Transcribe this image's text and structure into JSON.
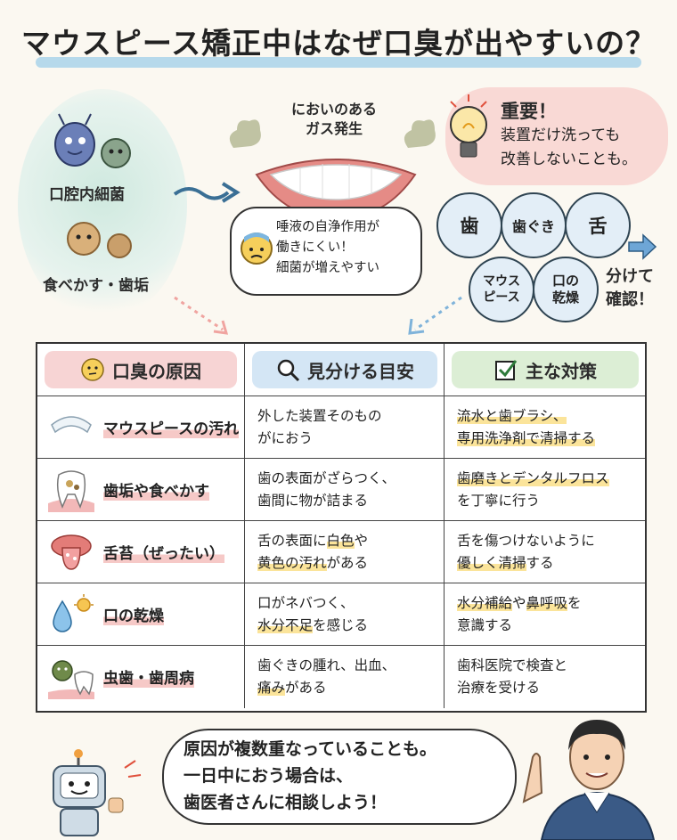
{
  "title": "マウスピース矯正中はなぜ口臭が出やすいの？",
  "top": {
    "bacteria_label": "口腔内細菌",
    "debris_label": "食べかす・歯垢",
    "gas_label": [
      "においのある",
      "ガス発生"
    ],
    "saliva_bubble": [
      "唾液の自浄作用が",
      "働きにくい！",
      "細菌が増えやすい"
    ],
    "warning": {
      "title": "重要！",
      "lines": [
        "装置だけ洗っても",
        "改善しないことも。"
      ]
    },
    "check_circles": [
      "歯",
      "歯ぐき",
      "舌",
      "マウス\nピース",
      "口の\n乾燥"
    ],
    "check_label": [
      "分けて",
      "確認！"
    ]
  },
  "table": {
    "headers": [
      "口臭の原因",
      "見分ける目安",
      "主な対策"
    ],
    "header_colors": [
      "#f6cccc",
      "#cfe3f4",
      "#d8ecd0"
    ],
    "rows": [
      {
        "cause": "マウスピースの汚れ",
        "sign": [
          [
            {
              "t": "外した装置そのもの",
              "h": false
            }
          ],
          [
            {
              "t": "がにおう",
              "h": false
            }
          ]
        ],
        "fix": [
          [
            {
              "t": "流水と歯ブラシ、",
              "h": true
            }
          ],
          [
            {
              "t": "専用洗浄剤で清掃する",
              "h": true
            }
          ]
        ]
      },
      {
        "cause": "歯垢や食べかす",
        "sign": [
          [
            {
              "t": "歯の表面がざらつく、",
              "h": false
            }
          ],
          [
            {
              "t": "歯間に物が詰まる",
              "h": false
            }
          ]
        ],
        "fix": [
          [
            {
              "t": "歯磨きとデンタルフロス",
              "h": true
            }
          ],
          [
            {
              "t": "を丁寧に行う",
              "h": false
            }
          ]
        ]
      },
      {
        "cause": "舌苔（ぜったい）",
        "sign": [
          [
            {
              "t": "舌の表面に",
              "h": false
            },
            {
              "t": "白色",
              "h": true
            },
            {
              "t": "や",
              "h": false
            }
          ],
          [
            {
              "t": "黄色の汚れ",
              "h": true
            },
            {
              "t": "がある",
              "h": false
            }
          ]
        ],
        "fix": [
          [
            {
              "t": "舌を傷つけないように",
              "h": false
            }
          ],
          [
            {
              "t": "優しく清掃",
              "h": true
            },
            {
              "t": "する",
              "h": false
            }
          ]
        ]
      },
      {
        "cause": "口の乾燥",
        "sign": [
          [
            {
              "t": "口がネバつく、",
              "h": false
            }
          ],
          [
            {
              "t": "水分不足",
              "h": true
            },
            {
              "t": "を感じる",
              "h": false
            }
          ]
        ],
        "fix": [
          [
            {
              "t": "水分補給",
              "h": true
            },
            {
              "t": "や",
              "h": false
            },
            {
              "t": "鼻呼吸",
              "h": true
            },
            {
              "t": "を",
              "h": false
            }
          ],
          [
            {
              "t": "意識する",
              "h": false
            }
          ]
        ]
      },
      {
        "cause": "虫歯・歯周病",
        "sign": [
          [
            {
              "t": "歯ぐきの腫れ、出血、",
              "h": false
            }
          ],
          [
            {
              "t": "痛み",
              "h": true
            },
            {
              "t": "がある",
              "h": false
            }
          ]
        ],
        "fix": [
          [
            {
              "t": "歯科医院で検査と",
              "h": false
            }
          ],
          [
            {
              "t": "治療を受ける",
              "h": false
            }
          ]
        ]
      }
    ]
  },
  "bottom_bubble": [
    "原因が複数重なっていることも。",
    "一日中におう場合は、",
    "歯医者さんに相談しよう！"
  ],
  "icons": [
    "thinking-face-icon",
    "magnifier-icon",
    "checkbox-icon",
    "aligner-icon",
    "tooth-icon",
    "tongue-icon",
    "droplet-sun-icon",
    "germ-tooth-icon",
    "bulb-icon",
    "robot-icon",
    "dentist-icon"
  ]
}
